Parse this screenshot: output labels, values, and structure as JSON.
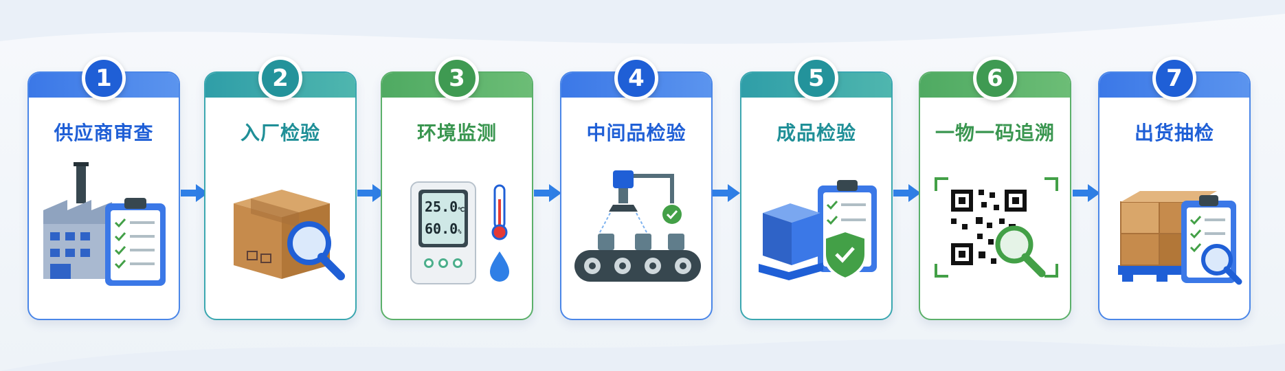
{
  "steps": [
    {
      "number": "1",
      "title": "供应商审查",
      "icon": "factory-checklist-icon",
      "theme": "blue"
    },
    {
      "number": "2",
      "title": "入厂检验",
      "icon": "box-magnifier-icon",
      "theme": "teal"
    },
    {
      "number": "3",
      "title": "环境监测",
      "icon": "thermo-hygrometer-icon",
      "theme": "green"
    },
    {
      "number": "4",
      "title": "中间品检验",
      "icon": "conveyor-inspection-icon",
      "theme": "blue"
    },
    {
      "number": "5",
      "title": "成品检验",
      "icon": "product-shield-icon",
      "theme": "teal"
    },
    {
      "number": "6",
      "title": "一物一码追溯",
      "icon": "qr-trace-icon",
      "theme": "green"
    },
    {
      "number": "7",
      "title": "出货抽检",
      "icon": "pallet-inspection-icon",
      "theme": "blue"
    }
  ],
  "monitor": {
    "temperature": "25.0",
    "temperature_unit": "℃",
    "humidity": "60.0",
    "humidity_unit": "%"
  },
  "colors": {
    "blue": "#1f5fd6",
    "teal": "#23939b",
    "green": "#3f9a52",
    "arrow": "#2f7fe6"
  }
}
